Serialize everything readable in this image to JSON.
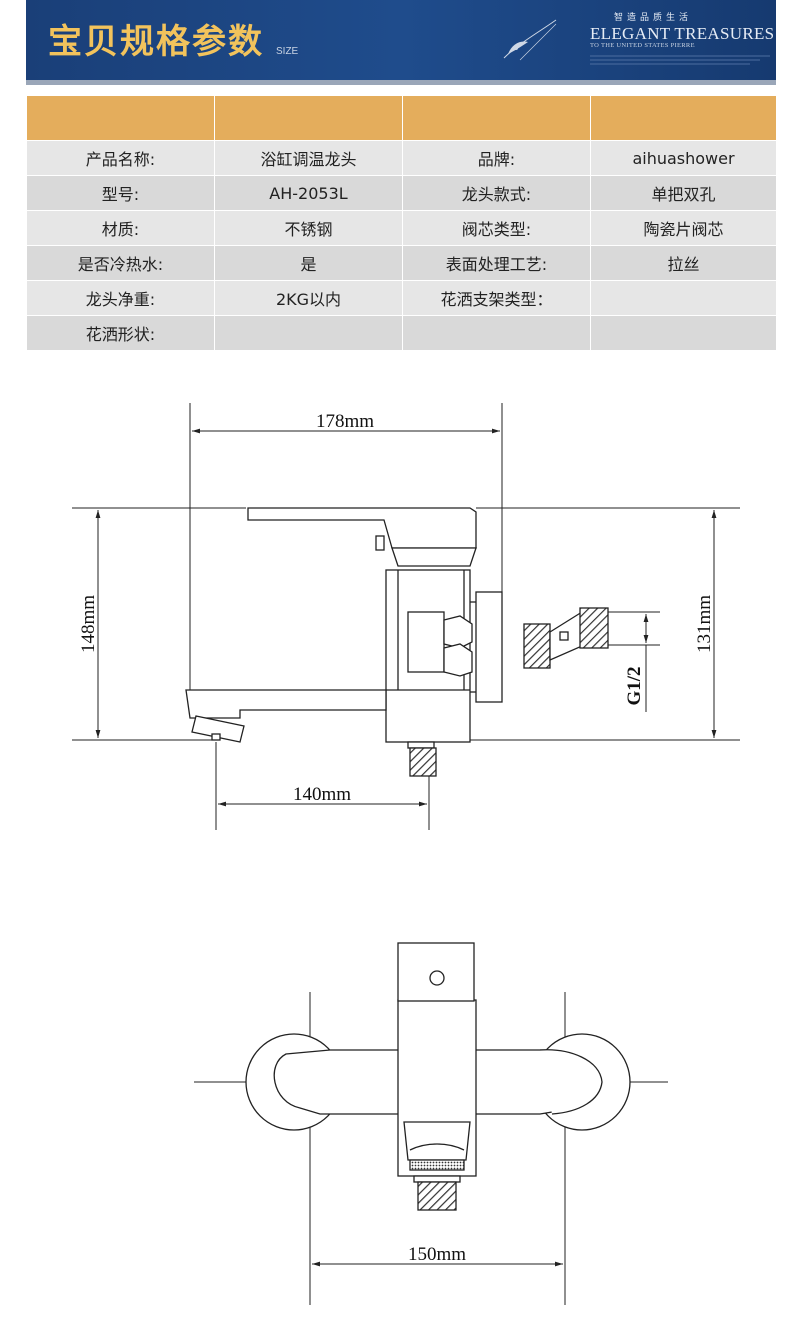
{
  "header": {
    "title": "宝贝规格参数",
    "size_label": "SIZE",
    "slogan": "智造品质生活",
    "brand": "ELEGANT TREASURES",
    "brand_sub": "TO THE UNITED STATES PIERRE"
  },
  "spec_table": {
    "rows": [
      [
        "产品名称:",
        "浴缸调温龙头",
        "品牌:",
        "aihuashower"
      ],
      [
        "型号:",
        "AH-2053L",
        "龙头款式:",
        "单把双孔"
      ],
      [
        "材质:",
        "不锈钢",
        "阀芯类型:",
        "陶瓷片阀芯"
      ],
      [
        "是否冷热水:",
        "是",
        "表面处理工艺:",
        "拉丝"
      ],
      [
        "龙头净重:",
        "2KG以内",
        "花洒支架类型：",
        ""
      ],
      [
        "花洒形状:",
        "",
        "",
        ""
      ]
    ]
  },
  "drawing": {
    "dim_width_top": "178mm",
    "dim_height_left": "148mm",
    "dim_height_right": "131mm",
    "dim_spout": "140mm",
    "dim_thread": "G1/2",
    "dim_base_width": "150mm"
  },
  "colors": {
    "banner_blue": "#1f4c8c",
    "title_gold": "#f2c35c",
    "table_header": "#e4ad5c",
    "table_row_light": "#e6e6e6",
    "table_row_dark": "#d9d9d9"
  }
}
